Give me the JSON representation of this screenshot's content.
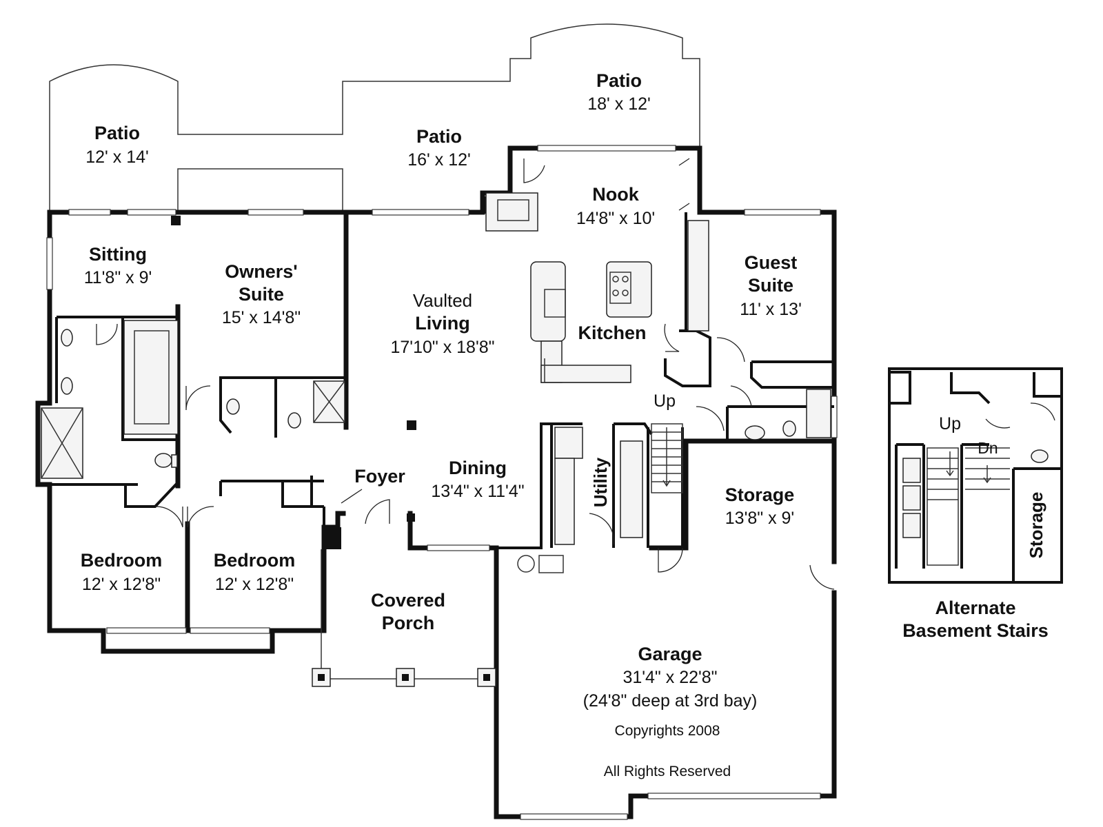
{
  "rooms": {
    "patio_left": {
      "name": "Patio",
      "size": "12' x 14'"
    },
    "patio_center": {
      "name": "Patio",
      "size": "16' x 12'"
    },
    "patio_right": {
      "name": "Patio",
      "size": "18' x 12'"
    },
    "nook": {
      "name": "Nook",
      "size": "14'8\" x 10'"
    },
    "sitting": {
      "name": "Sitting",
      "size": "11'8\" x 9'"
    },
    "owners_suite": {
      "name_line1": "Owners'",
      "name_line2": "Suite",
      "size": "15' x 14'8\""
    },
    "living": {
      "prefix": "Vaulted",
      "name": "Living",
      "size": "17'10\" x 18'8\""
    },
    "kitchen": {
      "name": "Kitchen"
    },
    "guest_suite": {
      "name_line1": "Guest",
      "name_line2": "Suite",
      "size": "11' x 13'"
    },
    "foyer": {
      "name": "Foyer"
    },
    "dining": {
      "name": "Dining",
      "size": "13'4\" x 11'4\""
    },
    "utility": {
      "name": "Utility"
    },
    "storage": {
      "name": "Storage",
      "size": "13'8\" x 9'"
    },
    "bedroom_1": {
      "name": "Bedroom",
      "size": "12' x 12'8\""
    },
    "bedroom_2": {
      "name": "Bedroom",
      "size": "12' x 12'8\""
    },
    "porch": {
      "name_line1": "Covered",
      "name_line2": "Porch"
    },
    "garage": {
      "name": "Garage",
      "size": "31'4\" x 22'8\"",
      "note": "(24'8\" deep at 3rd bay)"
    }
  },
  "stairs": {
    "up": "Up"
  },
  "copyright": {
    "line1": "Copyrights 2008",
    "line2": "All Rights Reserved"
  },
  "inset": {
    "title_line1": "Alternate",
    "title_line2": "Basement Stairs",
    "up": "Up",
    "down": "Dn",
    "storage": "Storage"
  }
}
